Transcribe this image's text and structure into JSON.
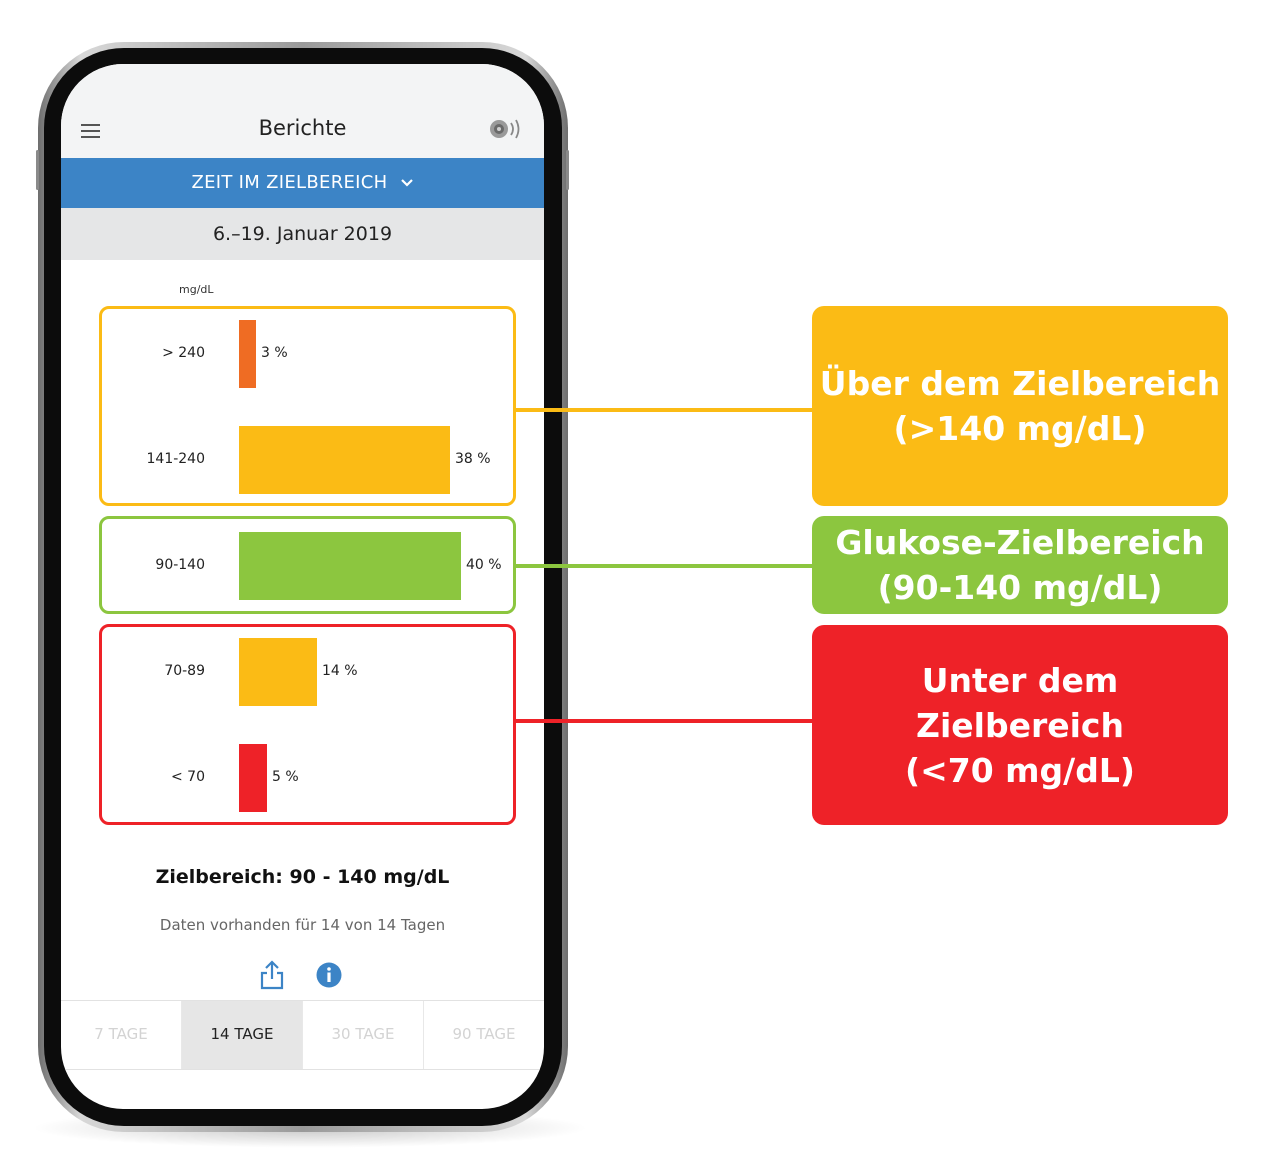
{
  "app": {
    "title": "Berichte",
    "report_selector": "ZEIT IM ZIELBEREICH",
    "date_range": "6.–19. Januar 2019"
  },
  "chart_data": {
    "type": "bar",
    "orientation": "horizontal",
    "unit": "mg/dL",
    "categories": [
      "> 240",
      "141-240",
      "90-140",
      "70-89",
      "< 70"
    ],
    "values": [
      3,
      38,
      40,
      14,
      5
    ],
    "value_labels": [
      "3 %",
      "38 %",
      "40 %",
      "14 %",
      "5 %"
    ],
    "bar_colors": [
      "#ef6c23",
      "#fbbb15",
      "#8cc63f",
      "#fbbb15",
      "#ee2228"
    ],
    "xlim": [
      0,
      40
    ]
  },
  "groups": [
    {
      "color": "#fbbb15"
    },
    {
      "color": "#8cc63f"
    },
    {
      "color": "#ee2228"
    }
  ],
  "footer": {
    "target_range": "Zielbereich: 90 - 140 mg/dL",
    "data_available": "Daten vorhanden für 14 von 14 Tagen"
  },
  "period_tabs": [
    {
      "label": "7 TAGE",
      "active": false
    },
    {
      "label": "14 TAGE",
      "active": true
    },
    {
      "label": "30 TAGE",
      "active": false
    },
    {
      "label": "90 TAGE",
      "active": false
    }
  ],
  "icons": {
    "menu": "menu-icon",
    "sensor": "sensor-scan-icon",
    "dropdown": "chevron-down-icon",
    "share": "share-icon",
    "info": "info-icon"
  },
  "callouts": [
    {
      "line1": "Über dem Zielbereich",
      "line2": "(>140 mg/dL)",
      "color": "#fbbb15"
    },
    {
      "line1": "Glukose-Zielbereich",
      "line2": "(90-140 mg/dL)",
      "color": "#8cc63f"
    },
    {
      "line1": "Unter dem Zielbereich",
      "line2": "(<70 mg/dL)",
      "color": "#ee2228"
    }
  ]
}
